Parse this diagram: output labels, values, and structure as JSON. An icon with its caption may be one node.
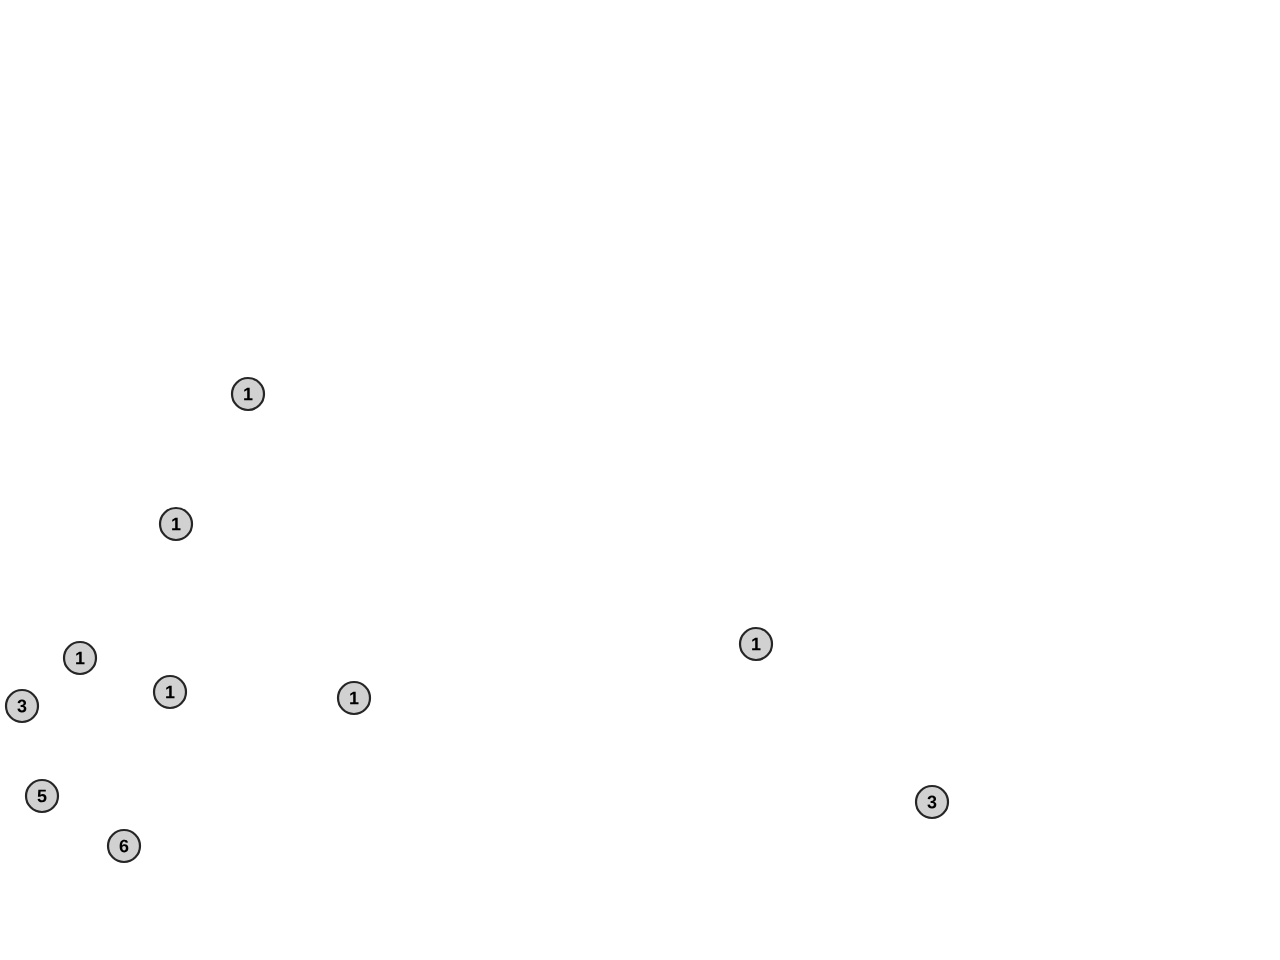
{
  "diagram": {
    "labels": [
      "1",
      "1",
      "1",
      "1",
      "1",
      "1",
      "3",
      "5",
      "3",
      "6"
    ]
  }
}
